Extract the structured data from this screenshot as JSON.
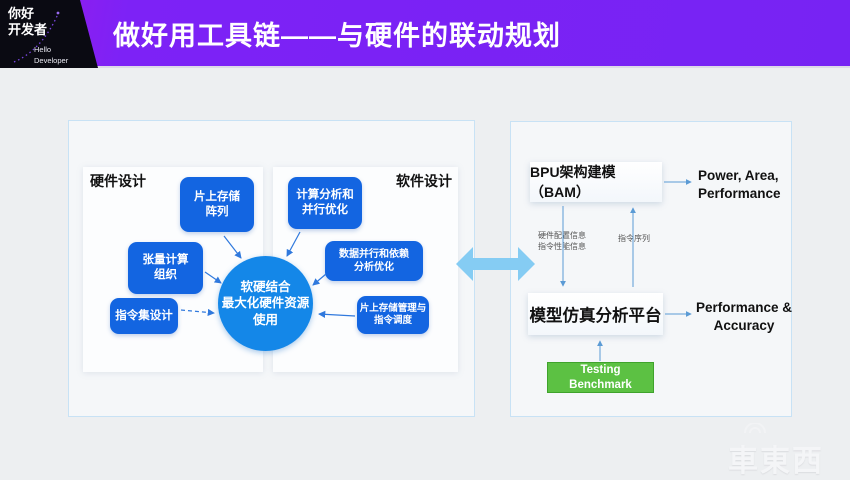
{
  "header": {
    "title": "做好用工具链——与硬件的联动规划",
    "logo": {
      "cn1": "你好",
      "cn2": "开发者",
      "en1": "Hello",
      "en2": "Developer"
    }
  },
  "left_panel": {
    "hardware_label": "硬件设计",
    "software_label": "软件设计",
    "nodes": {
      "onchip_storage": {
        "l1": "片上存储",
        "l2": "阵列"
      },
      "tensor_compute": {
        "l1": "张量计算",
        "l2": "组织"
      },
      "isa_design": {
        "l1": "指令集设计"
      },
      "compute_analysis": {
        "l1": "计算分析和",
        "l2": "并行优化"
      },
      "data_parallel": {
        "l1": "数据并行和依赖",
        "l2": "分析优化"
      },
      "storage_mgmt": {
        "l1": "片上存储管理与",
        "l2": "指令调度"
      }
    },
    "circle": {
      "l1": "软硬结合",
      "l2": "最大化硬件资源",
      "l3": "使用"
    }
  },
  "right_panel": {
    "bam_box": "BPU架构建模（BAM）",
    "bam_output": {
      "l1": "Power, Area,",
      "l2": "Performance"
    },
    "config_label": {
      "l1": "硬件配置信息",
      "l2": "指令性能信息"
    },
    "sequence_label": "指令序列",
    "platform_box": "模型仿真分析平台",
    "platform_output": {
      "l1": "Performance &",
      "l2": "Accuracy"
    },
    "benchmark_box": {
      "l1": "Testing",
      "l2": "Benchmark"
    }
  },
  "watermark": "車東西",
  "colors": {
    "header_purple": "#7a22f7",
    "node_blue": "#1365e1",
    "circle_blue": "#1487e8",
    "benchmark_green": "#5cc143",
    "double_arrow_blue": "#85ccf3",
    "panel_border_blue": "#c8e2f5",
    "connector_blue": "#3079dd",
    "connector_light_blue": "#5b9bd5"
  }
}
